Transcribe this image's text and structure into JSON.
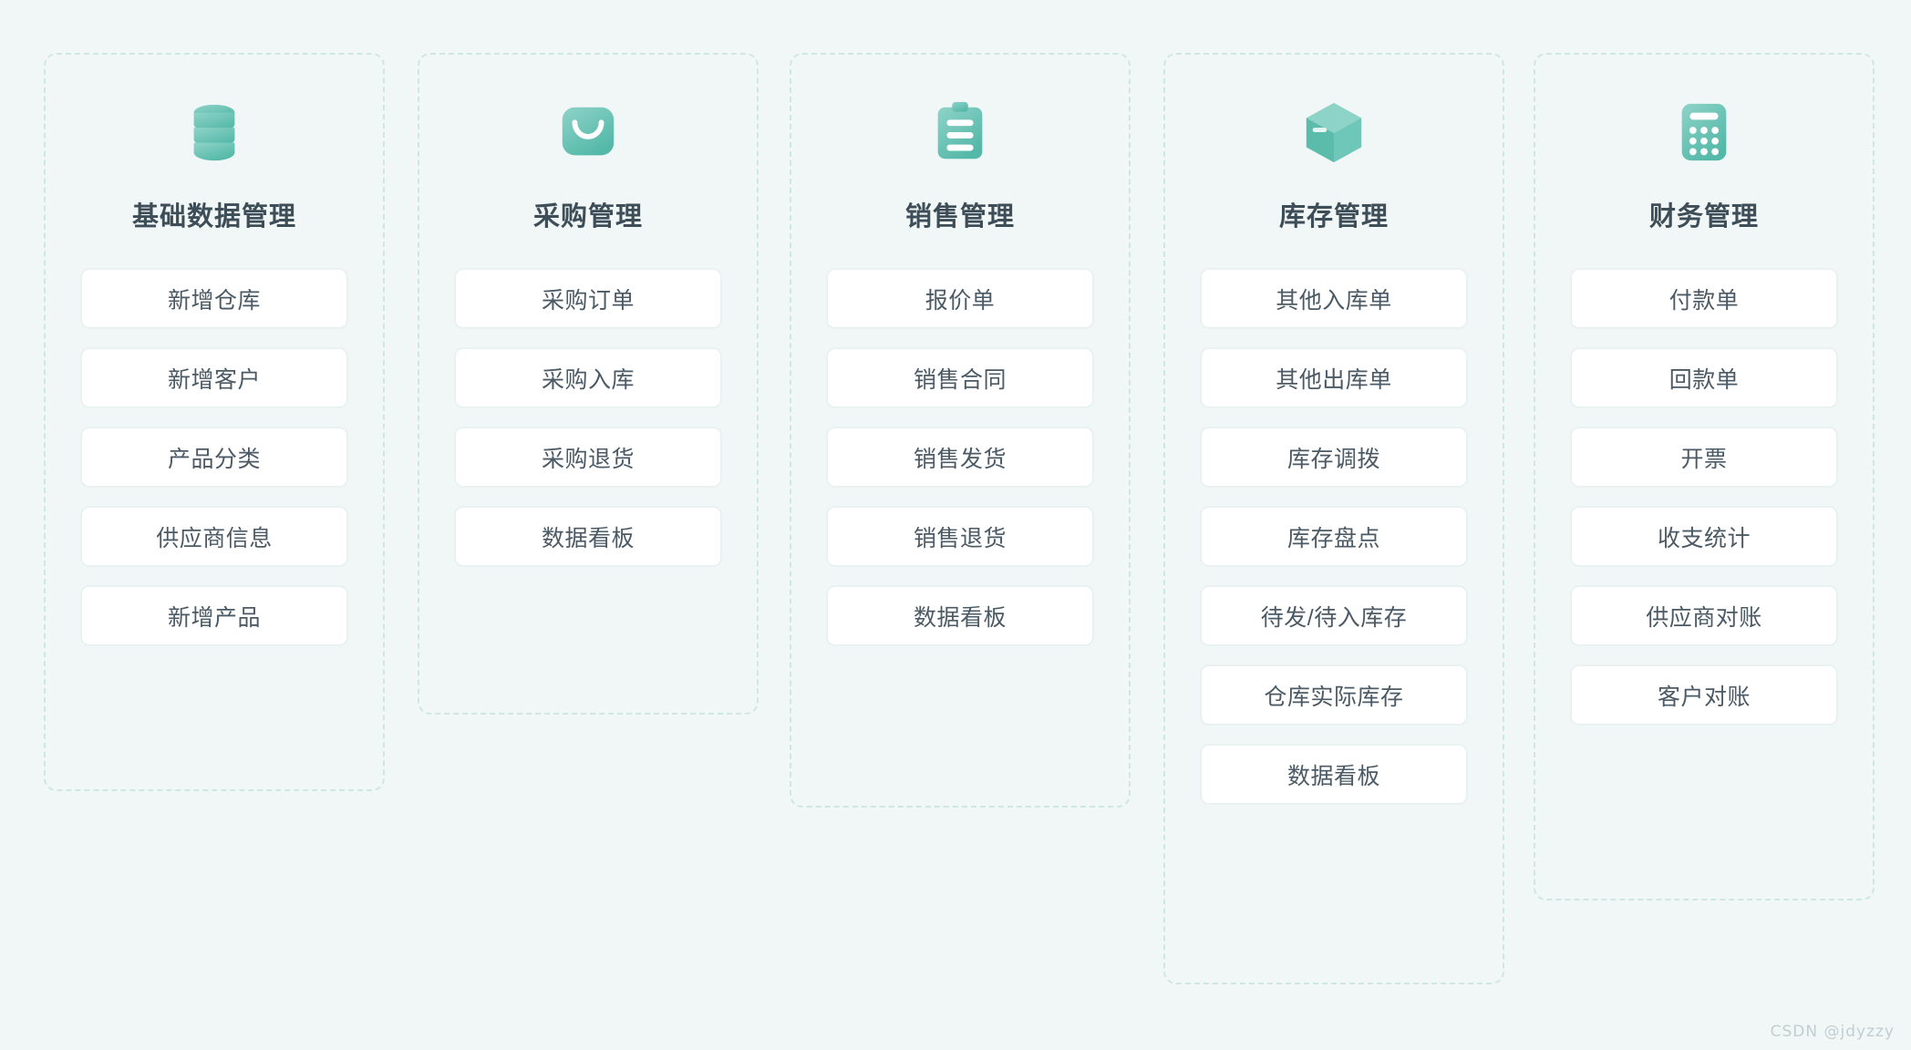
{
  "page": {
    "background_color": "#f1f7f6",
    "accent_color": "#6fc4b8",
    "card_border_color": "#cfe7e2",
    "title_color": "#3e4e58",
    "item_text_color": "#4b5a64",
    "watermark": "CSDN @jdyzzy"
  },
  "modules": [
    {
      "title": "基础数据管理",
      "icon": "database-icon",
      "items": [
        {
          "label": "新增仓库"
        },
        {
          "label": "新增客户"
        },
        {
          "label": "产品分类"
        },
        {
          "label": "供应商信息"
        },
        {
          "label": "新增产品"
        }
      ]
    },
    {
      "title": "采购管理",
      "icon": "shopping-bag-icon",
      "items": [
        {
          "label": "采购订单"
        },
        {
          "label": "采购入库"
        },
        {
          "label": "采购退货"
        },
        {
          "label": "数据看板"
        }
      ]
    },
    {
      "title": "销售管理",
      "icon": "clipboard-icon",
      "items": [
        {
          "label": "报价单"
        },
        {
          "label": "销售合同"
        },
        {
          "label": "销售发货"
        },
        {
          "label": "销售退货"
        },
        {
          "label": "数据看板"
        }
      ]
    },
    {
      "title": "库存管理",
      "icon": "cube-box-icon",
      "items": [
        {
          "label": "其他入库单"
        },
        {
          "label": "其他出库单"
        },
        {
          "label": "库存调拨"
        },
        {
          "label": "库存盘点"
        },
        {
          "label": "待发/待入库存"
        },
        {
          "label": "仓库实际库存"
        },
        {
          "label": "数据看板"
        }
      ]
    },
    {
      "title": "财务管理",
      "icon": "calculator-icon",
      "items": [
        {
          "label": "付款单"
        },
        {
          "label": "回款单"
        },
        {
          "label": "开票"
        },
        {
          "label": "收支统计"
        },
        {
          "label": "供应商对账"
        },
        {
          "label": "客户对账"
        }
      ]
    }
  ]
}
